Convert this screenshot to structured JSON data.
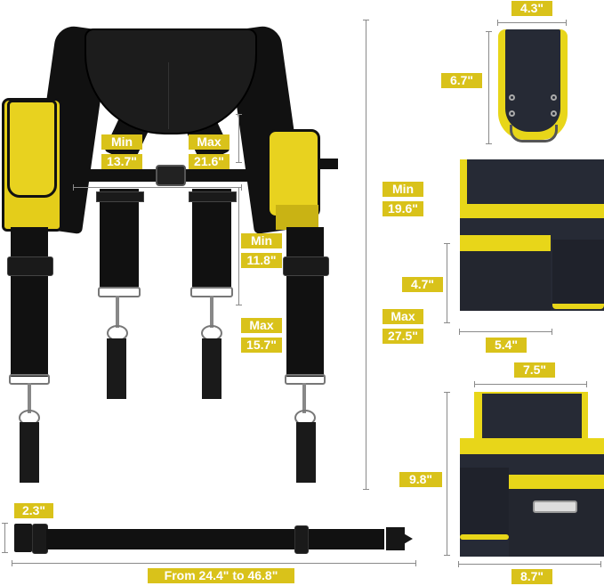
{
  "colors": {
    "label_bg": "#d9c21a",
    "label_text": "#ffffff",
    "strap": "#111111",
    "pouch_body": "#262a35",
    "pouch_trim": "#e8d619",
    "dimension_line": "#8a8a8a"
  },
  "suspender": {
    "chest_strap": {
      "min_label": "Min",
      "min_value": "13.7\"",
      "max_label": "Max",
      "max_value": "21.6\""
    },
    "length": {
      "min_label": "Min",
      "min_value": "11.8\"",
      "max_label": "Max",
      "max_value": "15.7\""
    },
    "total_length": {
      "min_label": "Min",
      "min_value": "19.6\"",
      "max_label": "Max",
      "max_value": "27.5\""
    }
  },
  "hammer_holder": {
    "width": "4.3\"",
    "height": "6.7\""
  },
  "small_pouch": {
    "height": "4.7\"",
    "width": "5.4\""
  },
  "large_pouch": {
    "top_width": "7.5\"",
    "height": "9.8\"",
    "bottom_width": "8.7\""
  },
  "belt": {
    "height": "2.3\"",
    "length": "From 24.4\" to 46.8\""
  }
}
